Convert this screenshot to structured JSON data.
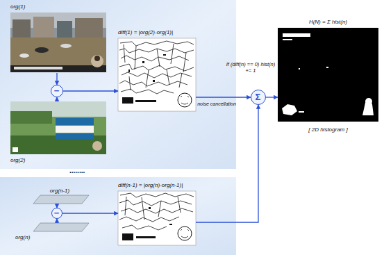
{
  "diagram": {
    "nodes": [
      {
        "text": [
          "org(1)"
        ]
      },
      {
        "text": [
          "−"
        ]
      },
      {
        "text": [
          "org(2)"
        ]
      },
      {
        "text": [
          "diff(1) = |org(2)-org(1)|"
        ]
      },
      {
        "text": [
          "Σ"
        ]
      },
      {
        "text": [
          "H(N) = Σ hist(n)",
          "[ 2D histogram ]"
        ]
      },
      {
        "text": [
          "org(n-1)"
        ]
      },
      {
        "text": [
          "−"
        ]
      },
      {
        "text": [
          "org(n)"
        ]
      },
      {
        "text": [
          "diff(n-1) = |org(n)-org(n-1)|"
        ]
      }
    ],
    "edges": [
      {
        "from": 0,
        "to": 1,
        "arrow": "to"
      },
      {
        "from": 2,
        "to": 1,
        "arrow": "to"
      },
      {
        "from": 1,
        "to": 3,
        "arrow": "to"
      },
      {
        "from": 3,
        "to": 4,
        "label": "noise cancellation",
        "arrow": "to"
      },
      {
        "from": 4,
        "to": 5,
        "arrow": "to"
      },
      {
        "from": 6,
        "to": 7,
        "arrow": "to"
      },
      {
        "from": 8,
        "to": 7,
        "arrow": "to"
      },
      {
        "from": 7,
        "to": 9,
        "arrow": "to"
      },
      {
        "from": 9,
        "to": 4,
        "arrow": "to"
      }
    ],
    "labels": [
      "If (diff(n) == 0) hist(n) += 1",
      "........"
    ]
  }
}
